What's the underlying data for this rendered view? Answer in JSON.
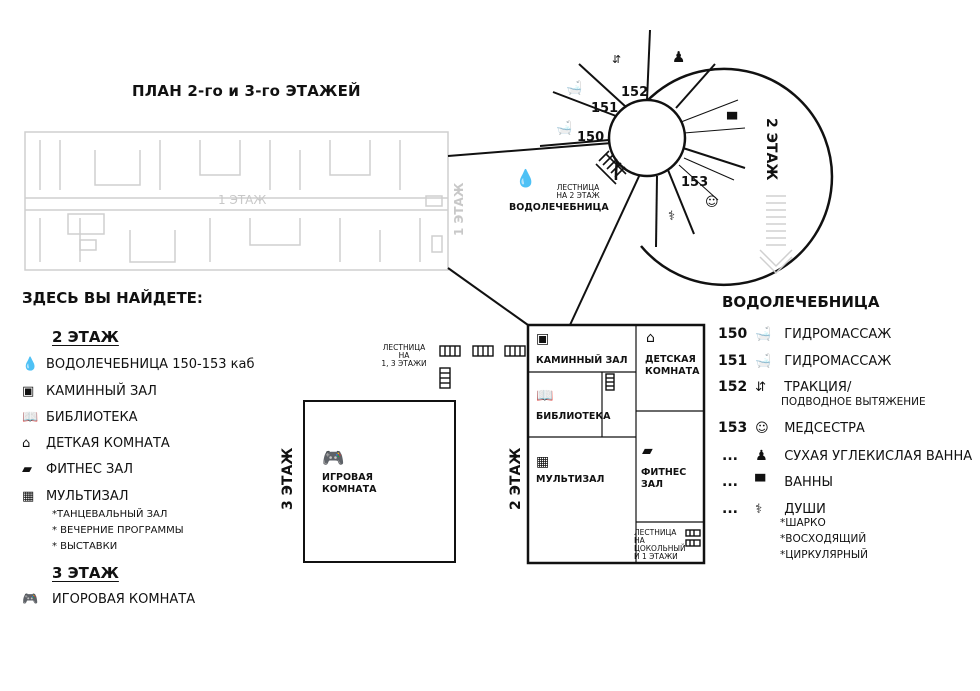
{
  "title": "ПЛАН 2-го и 3-го ЭТАЖЕЙ",
  "ground_plan": {
    "floor_label": "1 ЭТАЖ",
    "side_label": "1 ЭТАЖ"
  },
  "legend": {
    "heading": "ЗДЕСЬ ВЫ НАЙДЕТЕ:",
    "floor2_title": "2 ЭТАЖ",
    "floor2_items": [
      {
        "icon": "hydrotherapy-icon",
        "label": "ВОДОЛЕЧЕБНИЦА 150-153 каб"
      },
      {
        "icon": "fireplace-icon",
        "label": "КАМИННЫЙ ЗАЛ"
      },
      {
        "icon": "book-icon",
        "label": "БИБЛИОТЕКА"
      },
      {
        "icon": "playground-icon",
        "label": "ДЕТКАЯ КОМНАТА"
      },
      {
        "icon": "yoga-mat-icon",
        "label": "ФИТНЕС ЗАЛ"
      },
      {
        "icon": "multihall-icon",
        "label": "МУЛЬТИЗАЛ"
      }
    ],
    "multihall_notes": [
      "*ТАНЦЕВАЛЬНЫЙ ЗАЛ",
      "* ВЕЧЕРНИЕ ПРОГРАММЫ",
      "* ВЫСТАВКИ"
    ],
    "floor3_title": "3 ЭТАЖ",
    "floor3_items": [
      {
        "icon": "gamepad-icon",
        "label": "ИГОРОВАЯ КОМНАТА"
      }
    ]
  },
  "circle": {
    "rooms": [
      "150",
      "151",
      "152",
      "153"
    ],
    "floor_label": "2 ЭТАЖ",
    "stair_caption": [
      "ЛЕСТНИЦА",
      "НА 2 ЭТАЖ"
    ],
    "hydro_label": "ВОДОЛЕЧЕБНИЦА"
  },
  "floor3_room": {
    "label_lines": [
      "ИГРОВАЯ",
      "КОМНАТА"
    ],
    "side_label": "3 ЭТАЖ"
  },
  "floor2_plan": {
    "side_label": "2 ЭТАЖ",
    "rooms": {
      "fireplace": "КАМИННЫЙ  ЗАЛ",
      "kids": [
        "ДЕТСКАЯ",
        "КОМНАТА"
      ],
      "library": "БИБЛИОТЕКА",
      "multi": "МУЛЬТИЗАЛ",
      "fitness": [
        "ФИТНЕС",
        "ЗАЛ"
      ]
    },
    "stairs_top_caption": [
      "ЛЕСТНИЦА НА",
      "1, 3 ЭТАЖИ"
    ],
    "stairs_bottom_caption": [
      "ЛЕСТНИЦА НА",
      "ЦОКОЛЬНЫЙ",
      "И 1 ЭТАЖИ"
    ]
  },
  "vodo": {
    "title": "ВОДОЛЕЧЕБНИЦА",
    "items": [
      {
        "num": "150",
        "icon": "massage-bath-icon",
        "label": "ГИДРОМАССАЖ"
      },
      {
        "num": "151",
        "icon": "massage-bath-icon",
        "label": "ГИДРОМАССАЖ"
      },
      {
        "num": "152",
        "icon": "traction-icon",
        "label": "ТРАКЦИЯ/",
        "sub": "ПОДВОДНОЕ ВЫТЯЖЕНИЕ"
      },
      {
        "num": "153",
        "icon": "nurse-icon",
        "label": "МЕДСЕСТРА"
      },
      {
        "num": "...",
        "icon": "person-icon",
        "label": "СУХАЯ УГЛЕКИСЛАЯ ВАННА"
      },
      {
        "num": "...",
        "icon": "bathtub-icon",
        "label": "ВАННЫ"
      },
      {
        "num": "...",
        "icon": "shower-icon",
        "label": "ДУШИ",
        "notes": [
          "*ШАРКО",
          "*ВОСХОДЯЩИЙ",
          "*ЦИРКУЛЯРНЫЙ"
        ]
      }
    ]
  },
  "colors": {
    "ink": "#111111",
    "grey_plan": "#c8c8c8",
    "arrow_grey": "#d0d0d0"
  }
}
